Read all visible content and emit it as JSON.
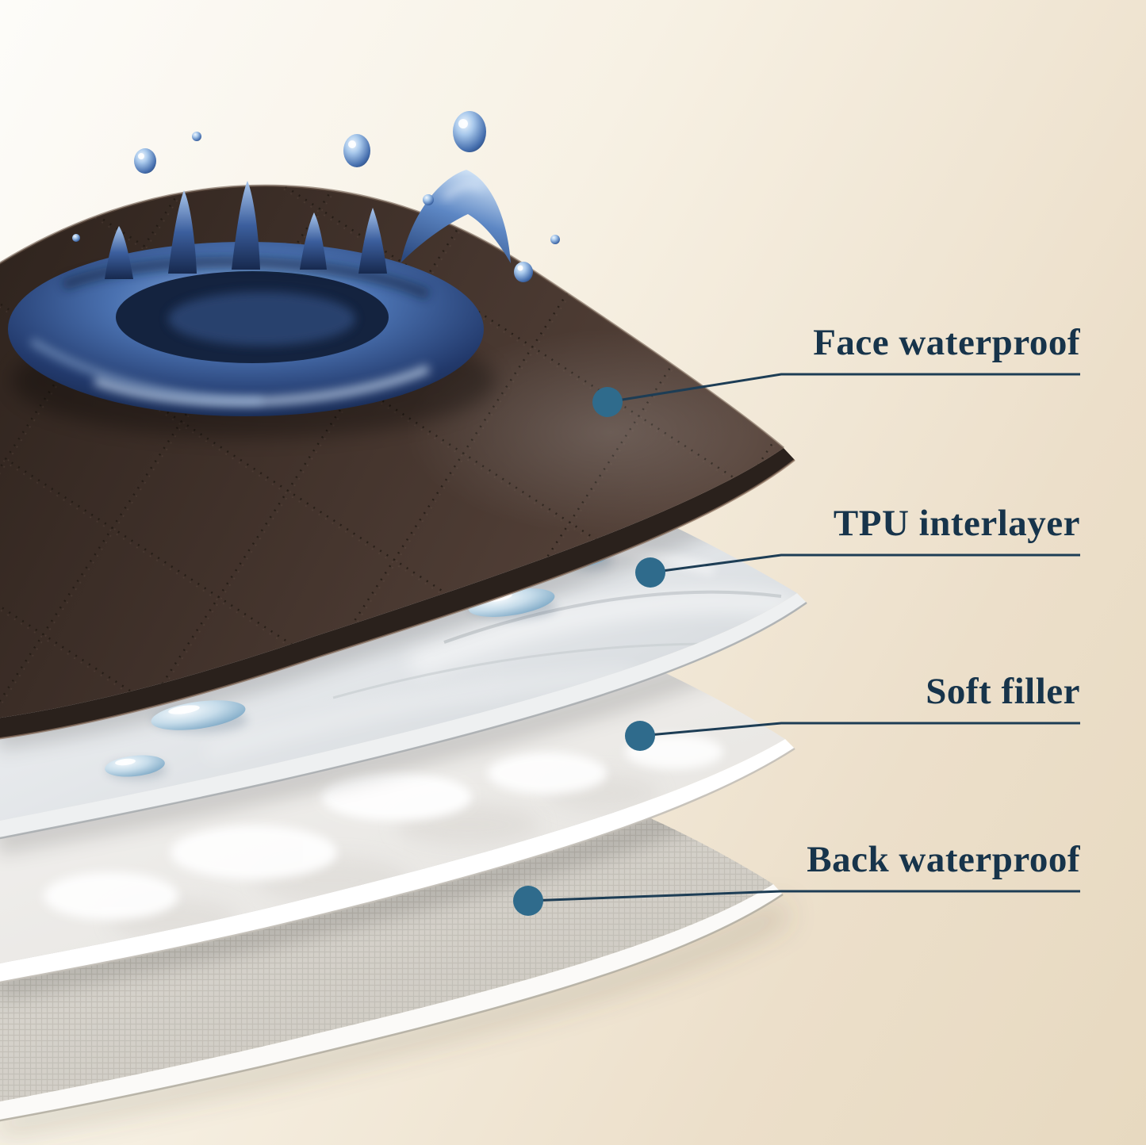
{
  "diagram": {
    "type": "layered-material-cross-section",
    "subject": "waterproof quilted pad structure",
    "accent_color": "#2f6b8c",
    "label_color": "#17344b",
    "line_color": "#1d3d55",
    "layers": [
      {
        "label": "Face waterproof",
        "color": "#41322a"
      },
      {
        "label": "TPU interlayer",
        "color": "#e3e6e9"
      },
      {
        "label": "Soft filler",
        "color": "#f1f0ee"
      },
      {
        "label": "Back waterproof",
        "color": "#d6d3cc"
      }
    ]
  }
}
